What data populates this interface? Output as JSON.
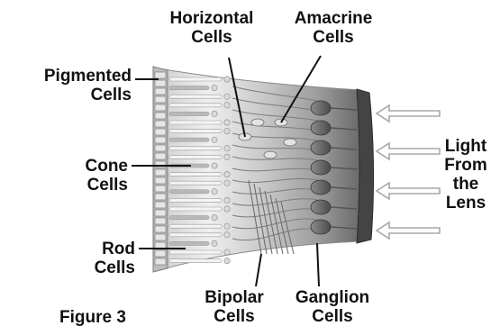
{
  "figure_caption": "Figure 3",
  "labels": {
    "pigmented": [
      "Pigmented",
      "Cells"
    ],
    "cone": [
      "Cone",
      "Cells"
    ],
    "rod": [
      "Rod",
      "Cells"
    ],
    "horizontal": [
      "Horizontal",
      "Cells"
    ],
    "amacrine": [
      "Amacrine",
      "Cells"
    ],
    "bipolar": [
      "Bipolar",
      "Cells"
    ],
    "ganglion": [
      "Ganglion",
      "Cells"
    ],
    "light": [
      "Light",
      "From",
      "the",
      "Lens"
    ]
  },
  "colors": {
    "tissue_light": "#e6e6e6",
    "tissue_mid": "#b9b9b9",
    "tissue_dark": "#6e6e6e",
    "membrane": "#3d3d3d",
    "arrow": "#a8a8a8",
    "ink": "#111111"
  }
}
